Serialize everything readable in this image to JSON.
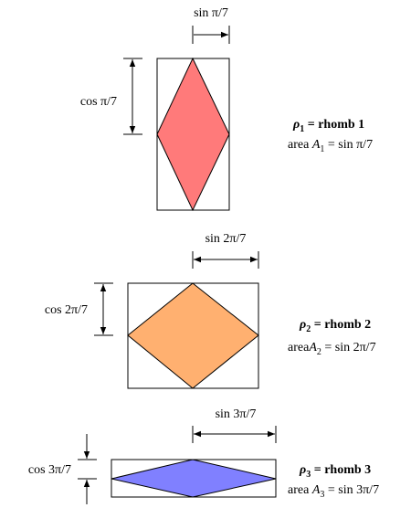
{
  "rhombs": [
    {
      "width_label": "sin π/7",
      "height_label": "cos π/7",
      "name_symbol": "ρ",
      "name_sub": "1",
      "name_text": " = rhomb 1",
      "area_prefix": "area ",
      "area_symbol": "A",
      "area_sub": "1",
      "area_text": " = sin π/7",
      "fill": "#ff7a7a"
    },
    {
      "width_label": "sin 2π/7",
      "height_label": "cos 2π/7",
      "name_symbol": "ρ",
      "name_sub": "2",
      "name_text": " = rhomb 2",
      "area_prefix": "area",
      "area_symbol": "A",
      "area_sub": "2",
      "area_text": " = sin 2π/7",
      "fill": "#ffb070"
    },
    {
      "width_label": "sin 3π/7",
      "height_label": "cos 3π/7",
      "name_symbol": "ρ",
      "name_sub": "3",
      "name_text": " = rhomb 3",
      "area_prefix": "area ",
      "area_symbol": "A",
      "area_sub": "3",
      "area_text": " = sin 3π/7",
      "fill": "#8080ff"
    }
  ],
  "colors": {
    "stroke": "#000000",
    "background": "#ffffff"
  }
}
